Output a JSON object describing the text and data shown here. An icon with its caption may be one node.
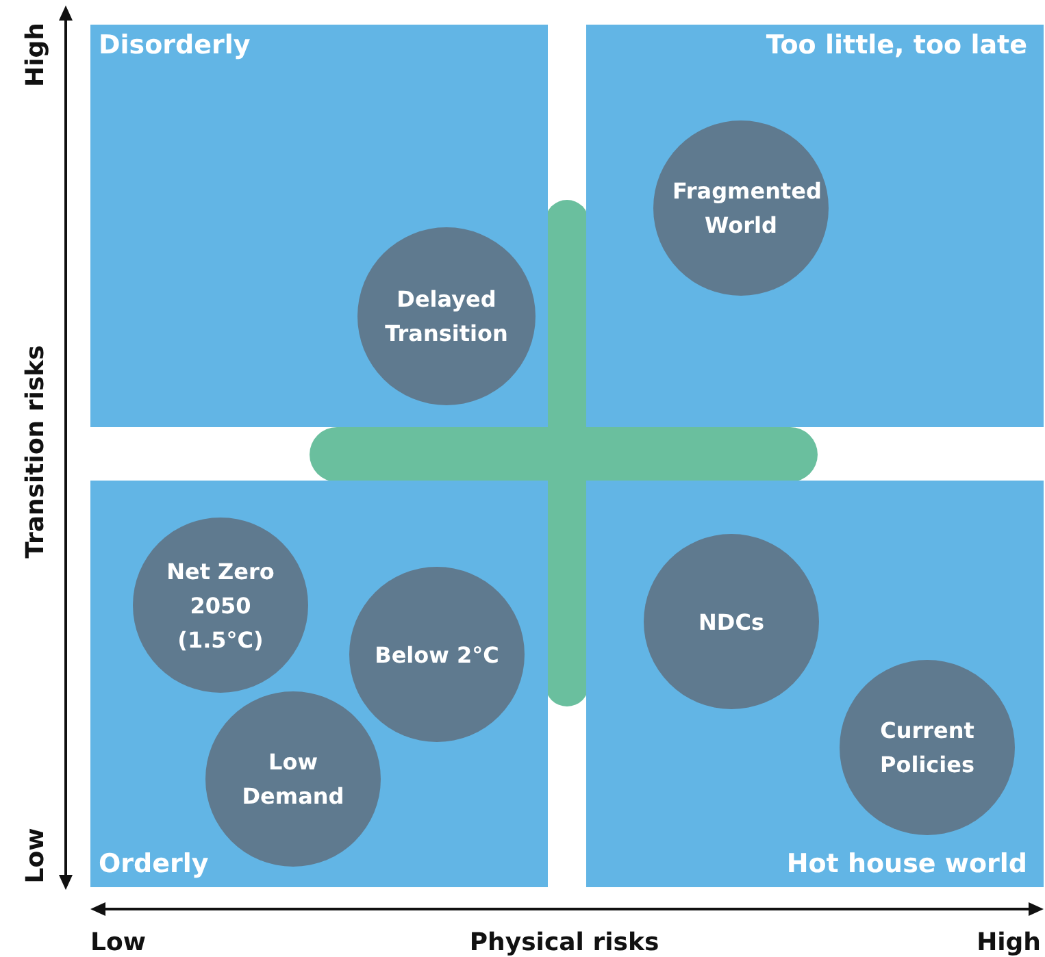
{
  "diagram": {
    "nodes": [
      {
        "text": [
          "Disorderly"
        ]
      },
      {
        "text": [
          "Delayed Transition"
        ],
        "in": 0
      },
      {
        "text": [
          "Too little, too late"
        ]
      },
      {
        "text": [
          "Fragmented World"
        ],
        "in": 2
      },
      {
        "text": [
          "Orderly"
        ]
      },
      {
        "text": [
          "Net Zero 2050 (1.5°C)"
        ],
        "in": 4
      },
      {
        "text": [
          "Below 2°C"
        ],
        "in": 4
      },
      {
        "text": [
          "Low Demand"
        ],
        "in": 4
      },
      {
        "text": [
          "Hot house world"
        ]
      },
      {
        "text": [
          "NDCs"
        ],
        "in": 8
      },
      {
        "text": [
          "Current Policies"
        ],
        "in": 8
      }
    ],
    "edges": [],
    "labels": [
      "High",
      "Transition risks",
      "Low",
      "Low",
      "Physical risks",
      "High"
    ]
  }
}
